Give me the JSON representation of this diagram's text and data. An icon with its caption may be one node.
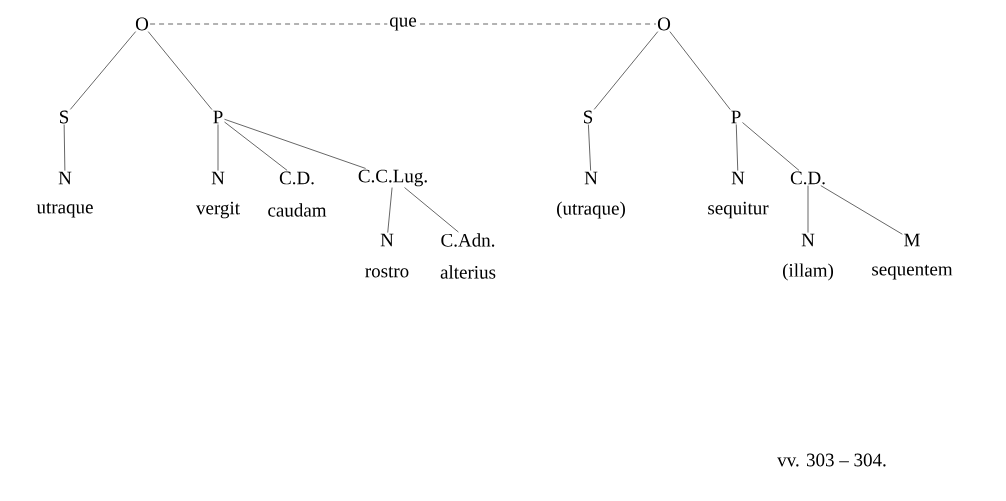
{
  "diagram": {
    "nodes": [
      {
        "text": [
          "O"
        ]
      },
      {
        "text": [
          "O"
        ]
      },
      {
        "text": [
          "S"
        ]
      },
      {
        "text": [
          "P"
        ]
      },
      {
        "text": [
          "S"
        ]
      },
      {
        "text": [
          "P"
        ]
      },
      {
        "text": [
          "N"
        ],
        "beside": [
          "utraque"
        ]
      },
      {
        "text": [
          "N"
        ],
        "beside": [
          "vergit"
        ]
      },
      {
        "text": [
          "C.D."
        ],
        "beside": [
          "caudam"
        ]
      },
      {
        "text": [
          "C.C.Lug."
        ]
      },
      {
        "text": [
          "N"
        ],
        "beside": [
          "(utraque)"
        ]
      },
      {
        "text": [
          "N"
        ],
        "beside": [
          "sequitur"
        ]
      },
      {
        "text": [
          "C.D."
        ]
      },
      {
        "text": [
          "N"
        ],
        "beside": [
          "rostro"
        ]
      },
      {
        "text": [
          "C.Adn."
        ],
        "beside": [
          "alterius"
        ]
      },
      {
        "text": [
          "N"
        ],
        "beside": [
          "(illam)"
        ]
      },
      {
        "text": [
          "M"
        ],
        "beside": [
          "sequentem"
        ]
      }
    ],
    "edges": [
      {
        "from": 0,
        "to": 1,
        "arrow": "none",
        "label": "que",
        "style": "dashed"
      },
      {
        "from": 0,
        "to": 2,
        "arrow": "none"
      },
      {
        "from": 0,
        "to": 3,
        "arrow": "none"
      },
      {
        "from": 1,
        "to": 4,
        "arrow": "none"
      },
      {
        "from": 1,
        "to": 5,
        "arrow": "none"
      },
      {
        "from": 2,
        "to": 6,
        "arrow": "none"
      },
      {
        "from": 3,
        "to": 7,
        "arrow": "none"
      },
      {
        "from": 3,
        "to": 8,
        "arrow": "none"
      },
      {
        "from": 3,
        "to": 9,
        "arrow": "none"
      },
      {
        "from": 4,
        "to": 10,
        "arrow": "none"
      },
      {
        "from": 5,
        "to": 11,
        "arrow": "none"
      },
      {
        "from": 5,
        "to": 12,
        "arrow": "none"
      },
      {
        "from": 9,
        "to": 13,
        "arrow": "none"
      },
      {
        "from": 9,
        "to": 14,
        "arrow": "none"
      },
      {
        "from": 12,
        "to": 15,
        "arrow": "none"
      },
      {
        "from": 12,
        "to": 16,
        "arrow": "none"
      }
    ],
    "labels": [
      "vv. 303 – 304."
    ]
  }
}
